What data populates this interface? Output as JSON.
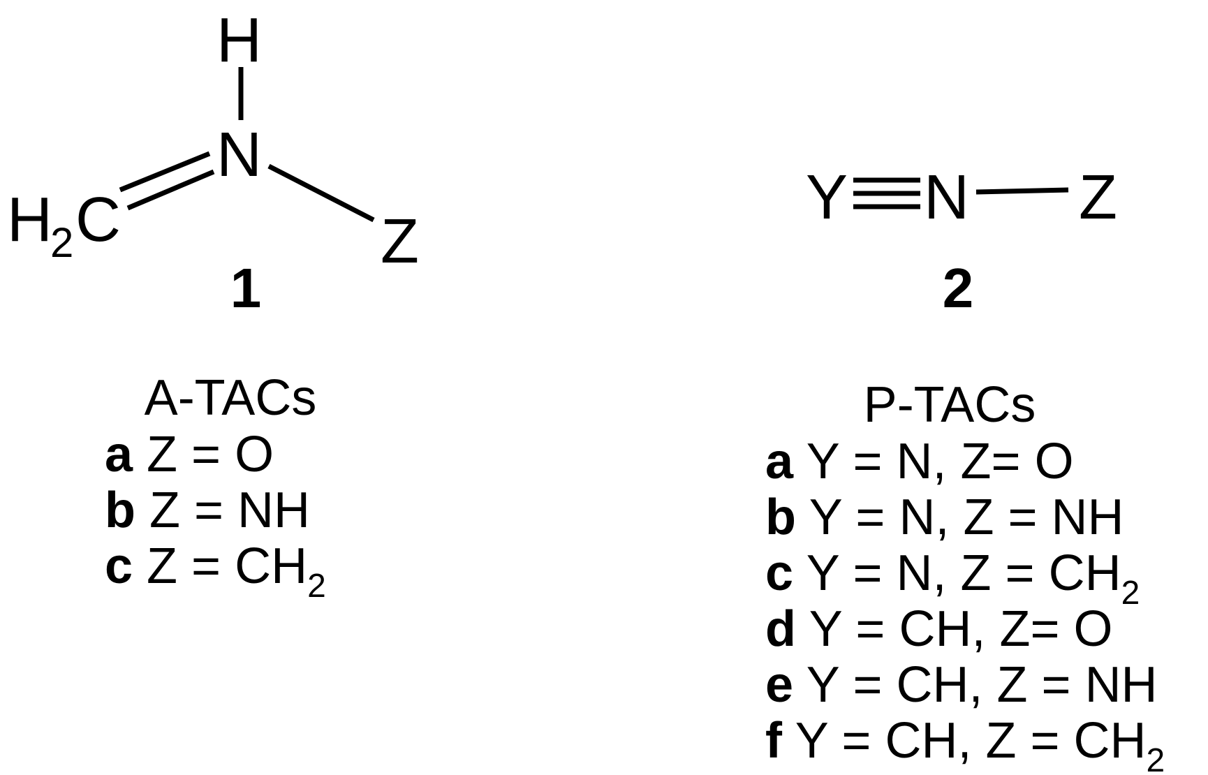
{
  "structure_1": {
    "atoms": {
      "h_top": "H",
      "n": "N",
      "c_symbol": "H",
      "c_sub": "2",
      "c_tail": "C",
      "z": "Z"
    },
    "number": "1"
  },
  "structure_2": {
    "atoms": {
      "y": "Y",
      "n": "N",
      "z": "Z"
    },
    "number": "2"
  },
  "a_tacs": {
    "title": "A-TACs",
    "items": [
      {
        "key": "a",
        "text": "Z = O",
        "sub": ""
      },
      {
        "key": "b",
        "text": "Z = NH",
        "sub": ""
      },
      {
        "key": "c",
        "text": "Z = CH",
        "sub": "2"
      }
    ]
  },
  "p_tacs": {
    "title": "P-TACs",
    "items": [
      {
        "key": "a",
        "text": "Y = N, Z= O",
        "sub": ""
      },
      {
        "key": "b",
        "text": "Y = N, Z = NH",
        "sub": ""
      },
      {
        "key": "c",
        "text": "Y = N, Z = CH",
        "sub": "2"
      },
      {
        "key": "d",
        "text": "Y = CH, Z= O",
        "sub": ""
      },
      {
        "key": "e",
        "text": "Y = CH, Z = NH",
        "sub": ""
      },
      {
        "key": "f",
        "text": "Y = CH, Z = CH",
        "sub": "2"
      }
    ]
  }
}
